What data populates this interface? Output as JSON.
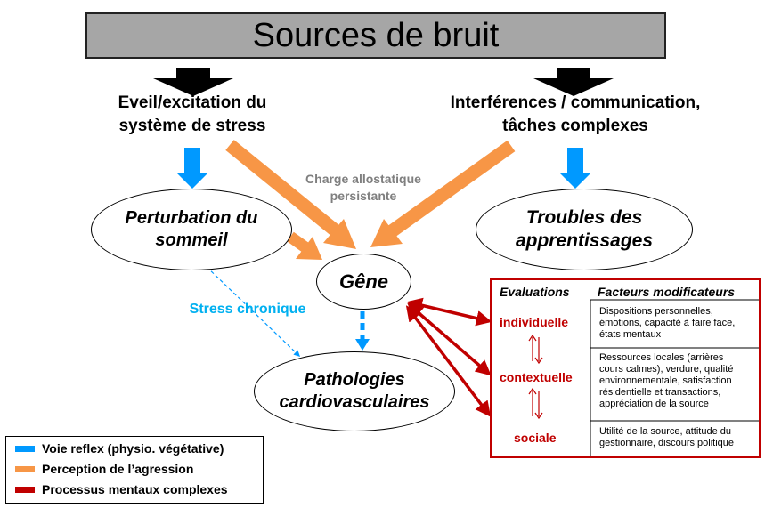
{
  "title": "Sources de bruit",
  "headings": {
    "left": [
      "Eveil/excitation du",
      "système de stress"
    ],
    "right": [
      "Interférences / communication,",
      "tâches complexes"
    ]
  },
  "nodes": {
    "sleep": [
      "Perturbation du",
      "sommeil"
    ],
    "gene": "Gêne",
    "troubles": [
      "Troubles des",
      "apprentissages"
    ],
    "patho": [
      "Pathologies",
      "cardiovasculaires"
    ]
  },
  "charge_label": [
    "Charge allostatique",
    "persistante"
  ],
  "stress_label": "Stress chronique",
  "factors_table": {
    "header_eval": "Evaluations",
    "header_factors": "Facteurs modificateurs",
    "rows": [
      {
        "evaluation": "individuelle",
        "factors": [
          "Dispositions personnelles,",
          "émotions, capacité à faire face,",
          "états mentaux"
        ]
      },
      {
        "evaluation": "contextuelle",
        "factors": [
          "Ressources locales (arrières",
          "cours calmes), verdure, qualité",
          "environnementale, satisfaction",
          "résidentielle et transactions,",
          "appréciation de la source"
        ]
      },
      {
        "evaluation": "sociale",
        "factors": [
          "Utilité de la source, attitude du",
          "gestionnaire, discours politique"
        ]
      }
    ]
  },
  "legend": [
    {
      "label": "Voie reflex (physio. végétative)",
      "color": "#0099ff"
    },
    {
      "label": "Perception de l’agression",
      "color": "#f79646"
    },
    {
      "label": "Processus mentaux complexes",
      "color": "#c00000"
    }
  ],
  "colors": {
    "blue": "#0099ff",
    "orange": "#f79646",
    "dark_red": "#c00000",
    "grey_box": "#a6a6a6",
    "stress_text": "#00b0f0",
    "charge_text": "#7f7f7f"
  }
}
